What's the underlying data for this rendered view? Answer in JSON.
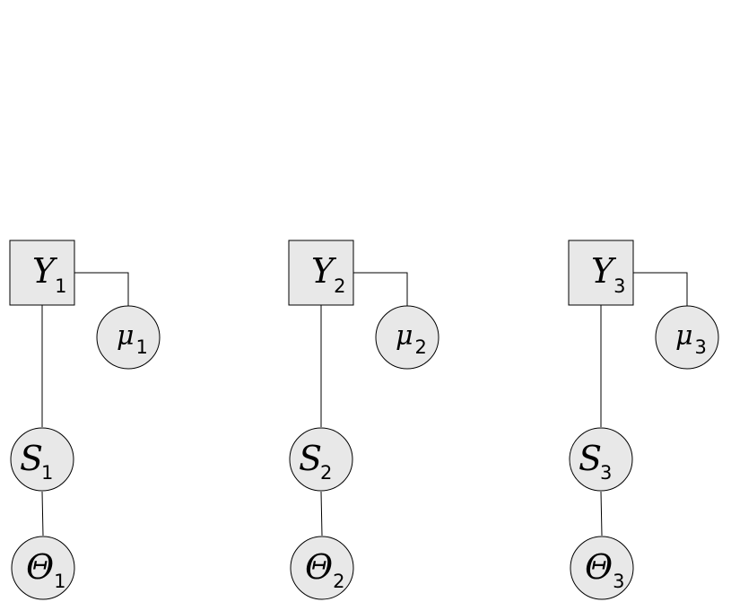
{
  "diagram": {
    "groups": [
      {
        "observation": {
          "symbol": "Y",
          "index": "1"
        },
        "mean": {
          "symbol": "μ",
          "index": "1"
        },
        "state": {
          "symbol": "S",
          "index": "1"
        },
        "parameter": {
          "symbol": "Θ",
          "index": "1"
        }
      },
      {
        "observation": {
          "symbol": "Y",
          "index": "2"
        },
        "mean": {
          "symbol": "μ",
          "index": "2"
        },
        "state": {
          "symbol": "S",
          "index": "2"
        },
        "parameter": {
          "symbol": "Θ",
          "index": "2"
        }
      },
      {
        "observation": {
          "symbol": "Y",
          "index": "3"
        },
        "mean": {
          "symbol": "μ",
          "index": "3"
        },
        "state": {
          "symbol": "S",
          "index": "3"
        },
        "parameter": {
          "symbol": "Θ",
          "index": "3"
        }
      }
    ],
    "colors": {
      "node_fill": "#e8e8e8",
      "stroke": "#000000"
    }
  }
}
